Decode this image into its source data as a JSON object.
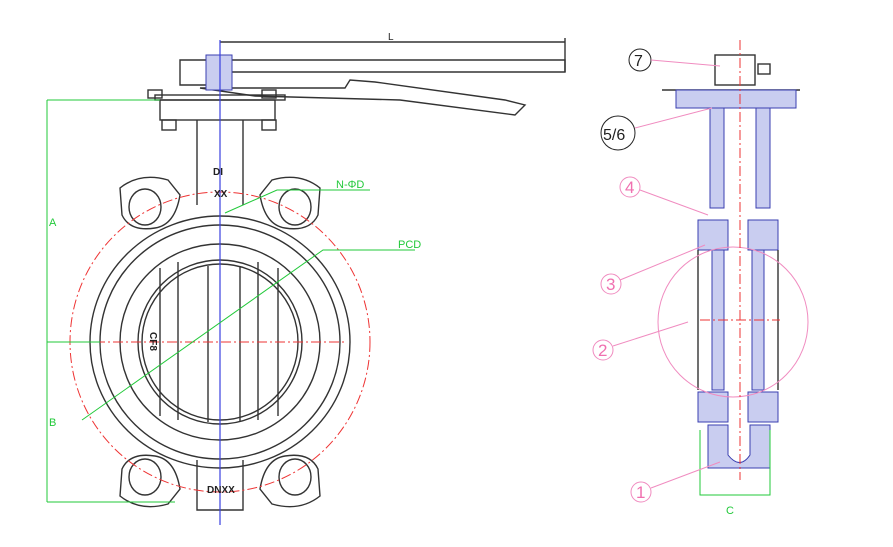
{
  "title": "Butterfly valve drawing",
  "front_view": {
    "dim_L": "L",
    "dim_A": "A",
    "dim_B": "B",
    "holes_label": "N-ΦD",
    "pcd_label": "PCD",
    "neck_mark_1": "DI",
    "neck_mark_2": "XX",
    "disc_mark": "CF8",
    "size_mark": "DNXX"
  },
  "side_view": {
    "balloons": [
      "7",
      "5/6",
      "4",
      "3",
      "2",
      "1"
    ],
    "dim_C": "C"
  },
  "colors": {
    "dimension": "#22c93a",
    "centerline": "#e33333",
    "balloon": "#f070b0",
    "axis": "#3a3fe0"
  }
}
